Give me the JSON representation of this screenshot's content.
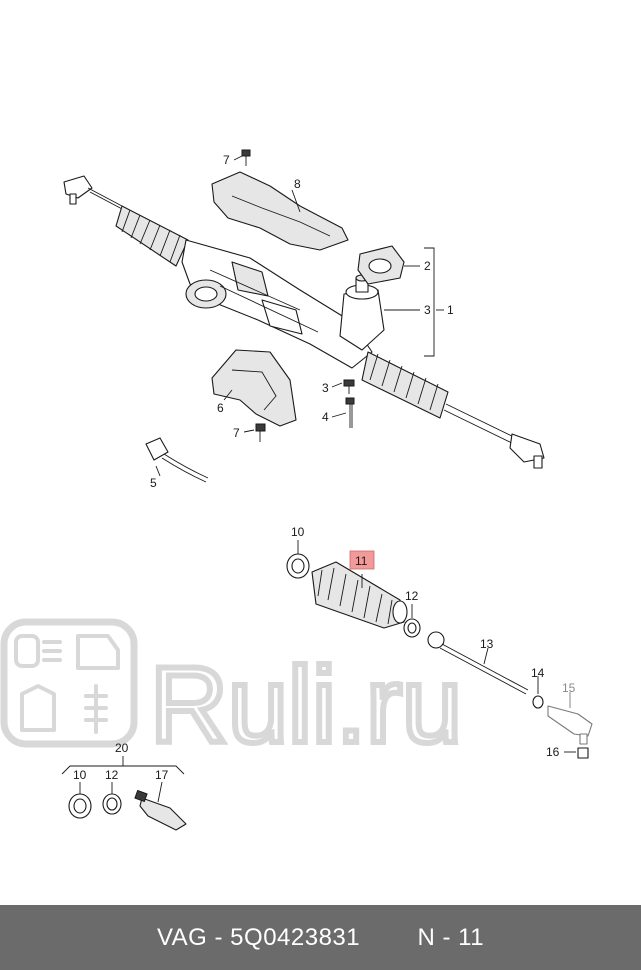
{
  "footer": {
    "brand": "VAG",
    "part_number": "5Q0423831",
    "position_label": "N - 11"
  },
  "watermark": {
    "text": "Ruli.ru",
    "icon": "car-parts-logo-icon"
  },
  "callouts": {
    "c1": "1",
    "c2": "2",
    "c3a": "3",
    "c3b": "3",
    "c4": "4",
    "c5": "5",
    "c6": "6",
    "c7a": "7",
    "c7b": "7",
    "c8": "8",
    "c10a": "10",
    "c11": "11",
    "c12": "12",
    "c13": "13",
    "c14": "14",
    "c15": "15",
    "c16": "16",
    "c20": "20",
    "c10b": "10",
    "c12b": "12",
    "c17": "17"
  },
  "colors": {
    "highlight": "#f29a9a",
    "footer_bg": "#6b6b6b",
    "watermark": "#d8d8d8"
  }
}
